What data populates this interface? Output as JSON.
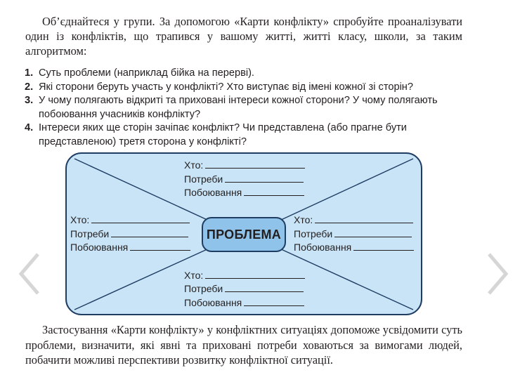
{
  "intro": "Об’єднайтеся у групи. За допомогою «Карти конфлікту» спробуйте проаналізувати один із конфліктів, що трапився у вашому житті, житті класу, школи, за таким алгоритмом:",
  "steps": [
    {
      "num": "1.",
      "text": "Суть проблеми (наприклад бійка на перерві)."
    },
    {
      "num": "2.",
      "text": "Які сторони беруть участь у конфлікті? Хто виступає від імені кожної зі сторін?"
    },
    {
      "num": "3.",
      "text": "У чому полягають відкриті та приховані інтереси кожної сторони? У чому полягають побоювання учасників конфлікту?"
    },
    {
      "num": "4.",
      "text": "Інтереси яких ще сторін зачіпає конфлікт? Чи представлена (або прагне бути представленою) третя сторона у конфлікті?"
    }
  ],
  "diagram": {
    "center": "ПРОБЛЕМА",
    "who": "Хто:",
    "needs": "Потреби",
    "fears": "Побоювання",
    "fill": "#c8e4f6",
    "stroke": "#1f3d63",
    "center_fill": "#8fc3e9"
  },
  "outro": "Застосування «Карти конфлікту» у конфліктних ситуаціях допоможе усвідомити суть проблеми, визначити, які явні та приховані потреби ховаються за вимогами людей, побачити можливі перспективи розвитку конфліктної ситуації.",
  "nav": {
    "left_icon": "chevron-left-icon",
    "right_icon": "chevron-right-icon",
    "color": "#d6d6d6"
  }
}
